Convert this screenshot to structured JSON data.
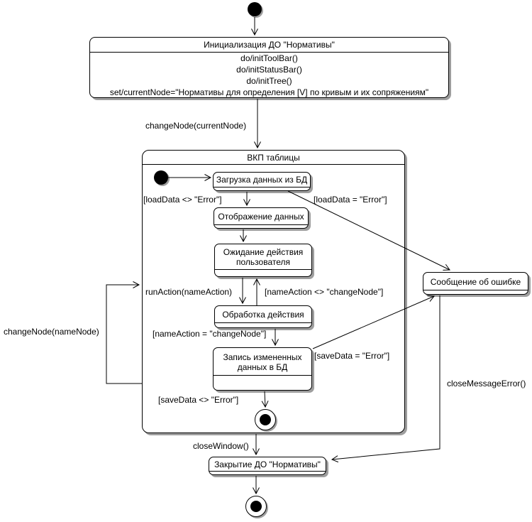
{
  "colors": {
    "line": "#000000",
    "fill": "#ffffff",
    "shadow": "#9e9e9e",
    "text": "#000000"
  },
  "states": {
    "initialization": {
      "title": "Инициализация ДО \"Нормативы\"",
      "actions": [
        "do/initToolBar()",
        "do/initStatusBar()",
        "do/initTree()",
        "set/currentNode=\"Нормативы для определения [V] по кривым и их сопряжениям\""
      ]
    },
    "vkp_table": {
      "title": "ВКП таблицы"
    },
    "load_data": {
      "title": "Загрузка данных из БД"
    },
    "display_data": {
      "title": "Отображение данных"
    },
    "wait_user": {
      "title": "Ожидание действия пользователя"
    },
    "process_action": {
      "title": "Обработка действия"
    },
    "save_data": {
      "title": "Запись измененных данных в БД"
    },
    "error_message": {
      "title": "Сообщение об ошибке"
    },
    "close_do": {
      "title": "Закрытие ДО \"Нормативы\""
    }
  },
  "transitions": {
    "change_node_current": "changeNode(currentNode)",
    "load_ok": "[loadData <> \"Error\"]",
    "load_error": "[loadData = \"Error\"]",
    "run_action": "runAction(nameAction)",
    "name_action_neq": "[nameAction <> \"changeNode\"]",
    "name_action_eq": "[nameAction = \"changeNode\"]",
    "save_error": "[saveData = \"Error\"]",
    "save_ok": "[saveData <> \"Error\"]",
    "close_window": "closeWindow()",
    "close_message_error": "closeMessageError()",
    "change_node_name": "changeNode(nameNode)"
  },
  "nodes": {
    "initial_top": "initial-state-dot",
    "initial_inner": "initial-state-dot",
    "final_inner": "final-state-bullseye",
    "final_bottom": "final-state-bullseye"
  }
}
